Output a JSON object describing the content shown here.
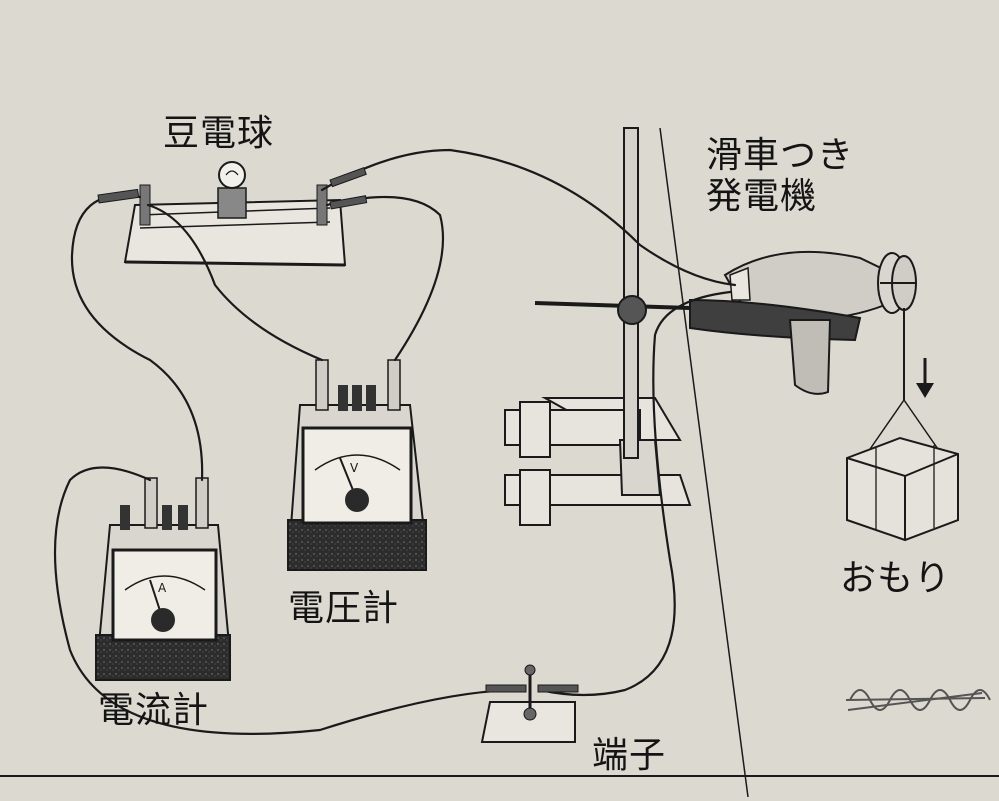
{
  "labels": {
    "lamp": "豆電球",
    "generator_line1": "滑車つき",
    "generator_line2": "発電機",
    "voltmeter": "電圧計",
    "ammeter": "電流計",
    "weight": "おもり",
    "terminal": "端子"
  },
  "meter_letters": {
    "voltmeter": "V",
    "ammeter": "A"
  },
  "colors": {
    "paper": "#dcd9d1",
    "ink": "#1a1a1a",
    "meter_body": "#3a3a3a",
    "meter_face": "#efede6"
  }
}
